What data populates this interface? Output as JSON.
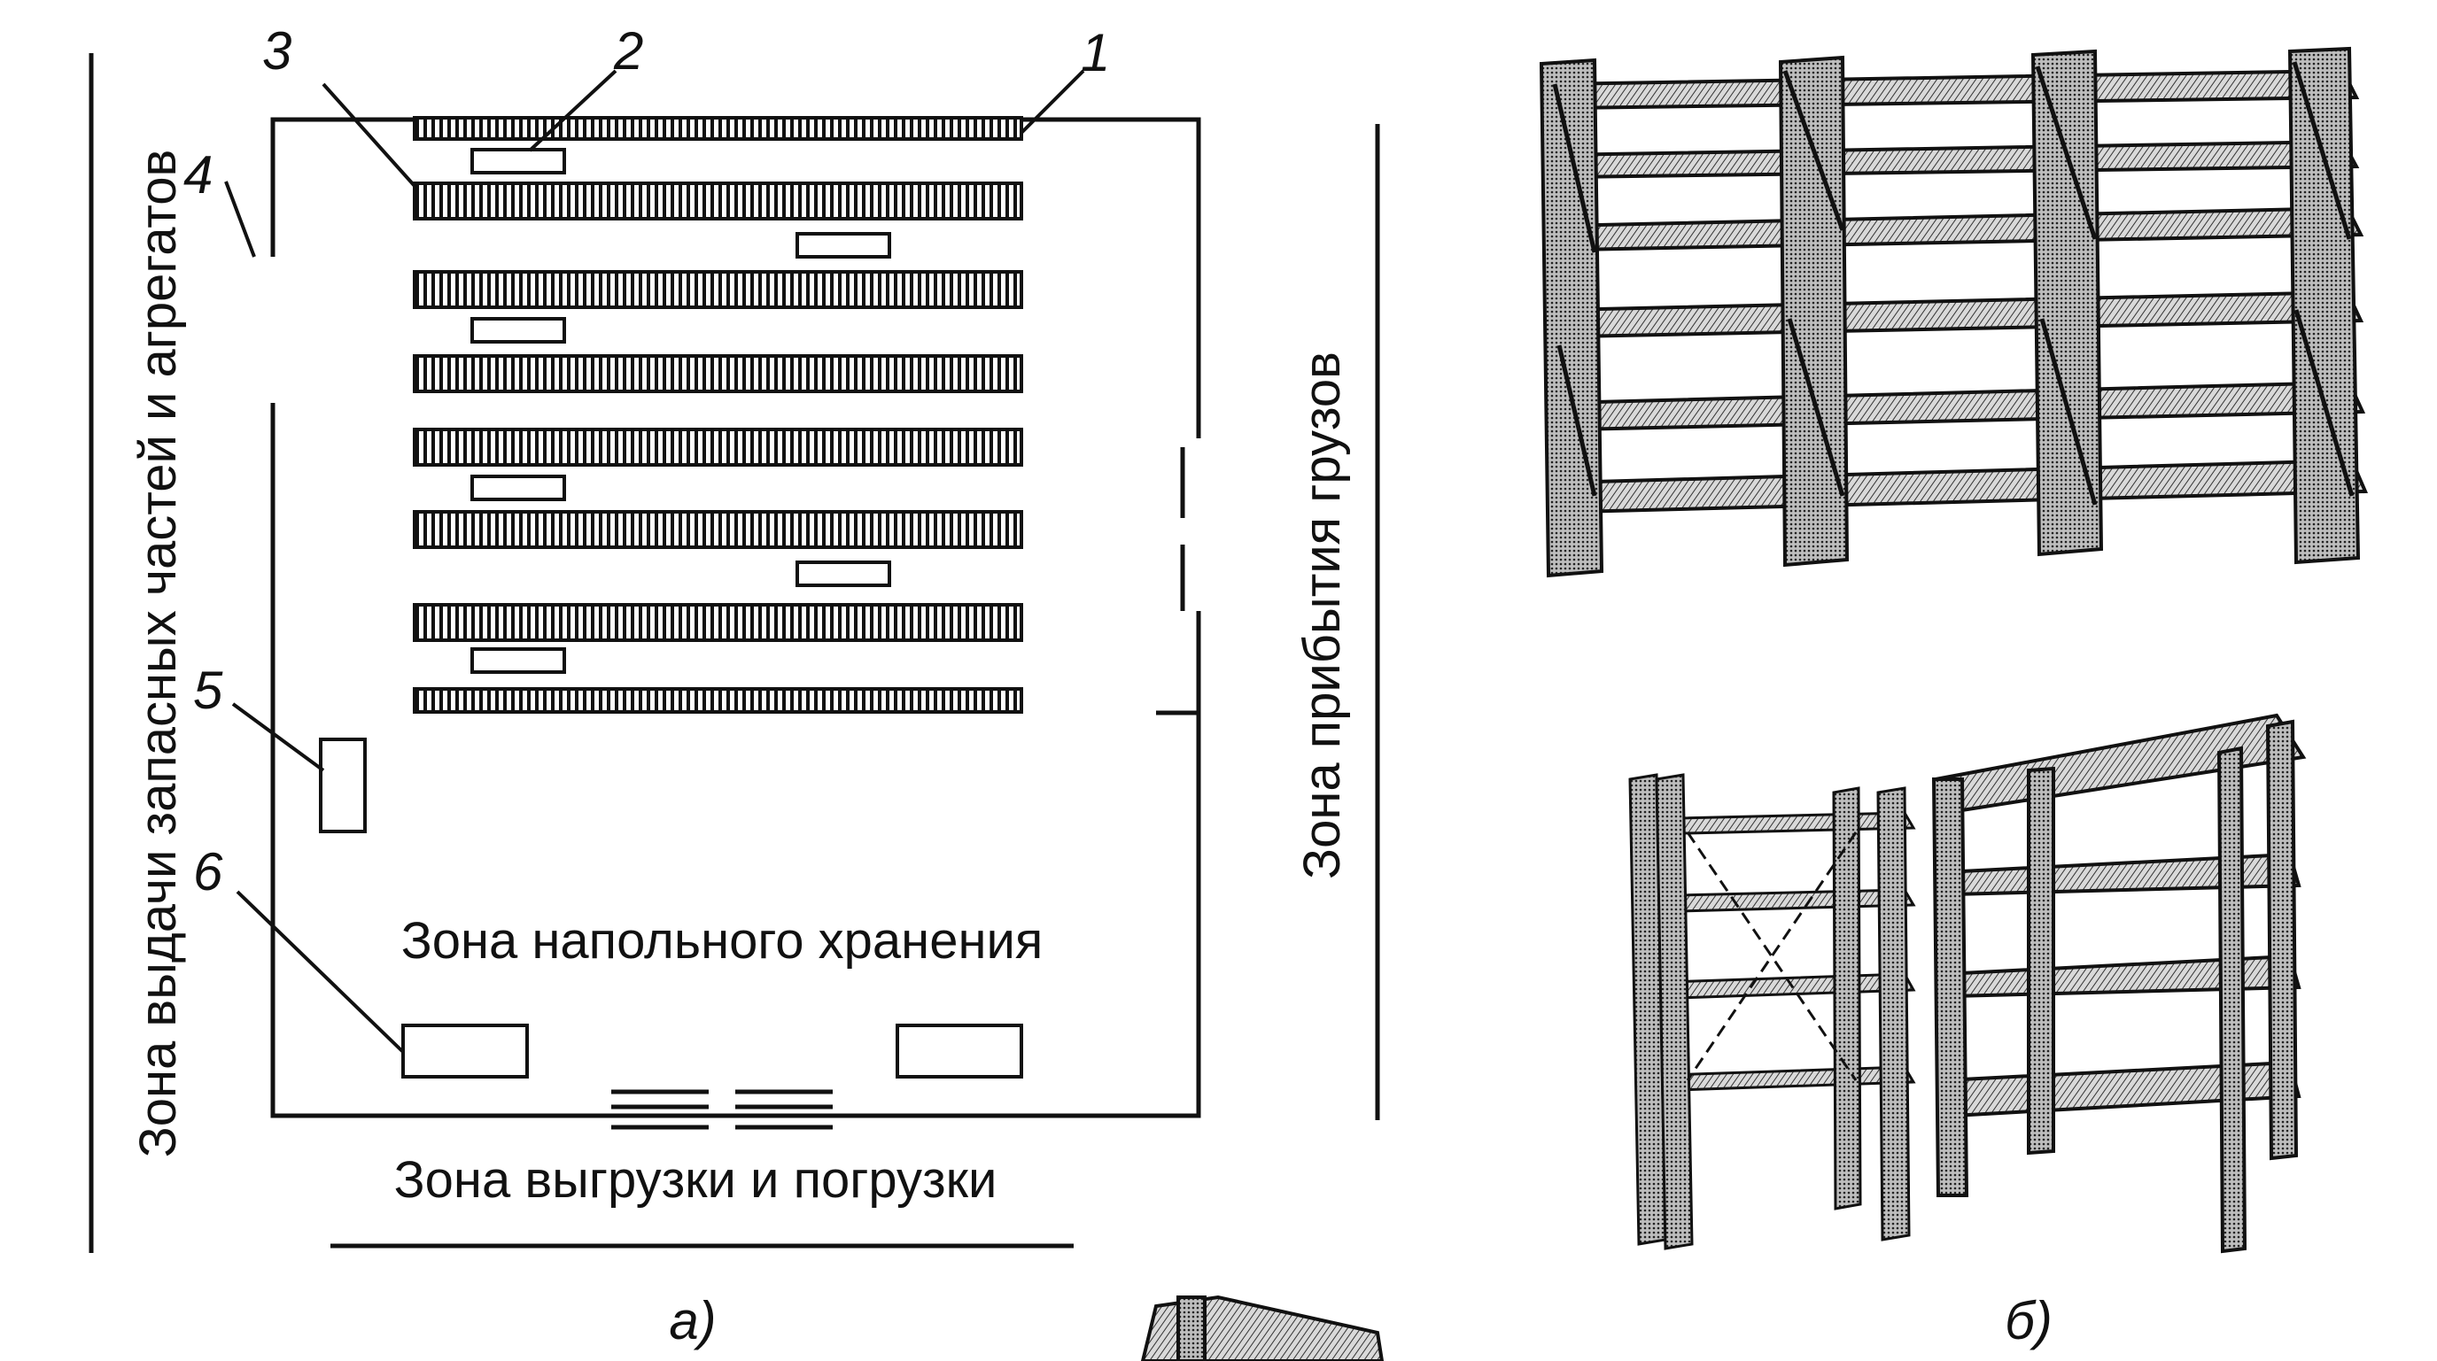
{
  "labels": {
    "n1": "1",
    "n2": "2",
    "n3": "3",
    "n4": "4",
    "n5": "5",
    "n6": "6"
  },
  "zones": {
    "left": "Зона выдачи запасных частей и агрегатов",
    "right": "Зона прибытия грузов",
    "floor": "Зона напольного хранения",
    "bottom": "Зона выгрузки и погрузки"
  },
  "captions": {
    "a": "а)",
    "b": "б)"
  },
  "colors": {
    "ink": "#111111",
    "paper": "#ffffff",
    "hatch": "#555555"
  }
}
